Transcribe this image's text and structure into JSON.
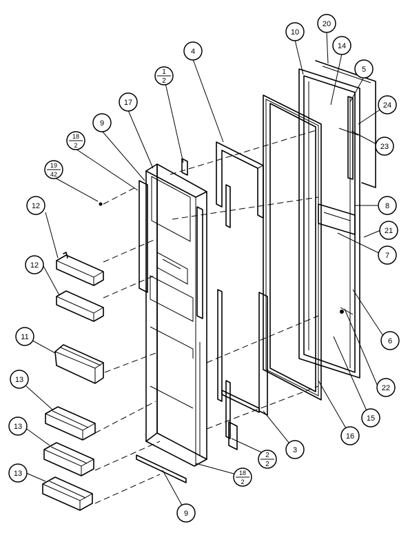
{
  "labels": {
    "c1": "1",
    "c1d": "2",
    "c2": "2",
    "c2d": "2",
    "c3": "3",
    "c4": "4",
    "c5": "5",
    "c6": "6",
    "c7": "7",
    "c8": "8",
    "c9a": "9",
    "c9b": "9",
    "c10": "10",
    "c11": "11",
    "c12a": "12",
    "c12b": "12",
    "c13a": "13",
    "c13b": "13",
    "c13c": "13",
    "c14": "14",
    "c15": "15",
    "c16": "16",
    "c17": "17",
    "c18a": "18",
    "c18ad": "2",
    "c18b": "18",
    "c18bd": "2",
    "c19": "19",
    "c19d": "42",
    "c20": "20",
    "c21": "21",
    "c22": "22",
    "c23": "23",
    "c24": "24"
  }
}
